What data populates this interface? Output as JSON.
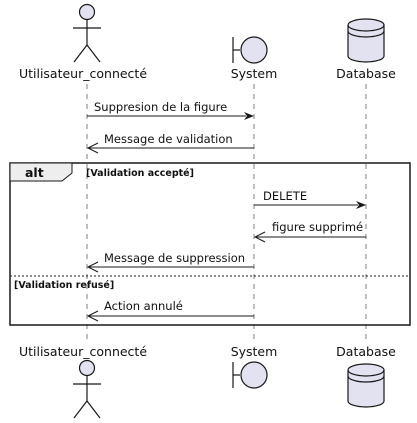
{
  "participants": [
    {
      "id": "user",
      "label": "Utilisateur_connecté",
      "icon": "actor-icon"
    },
    {
      "id": "system",
      "label": "System",
      "icon": "boundary-icon"
    },
    {
      "id": "db",
      "label": "Database",
      "icon": "database-icon"
    }
  ],
  "messages": [
    {
      "from": "user",
      "to": "system",
      "text": "Suppresion de la figure",
      "style": "sync"
    },
    {
      "from": "system",
      "to": "user",
      "text": "Message de validation",
      "style": "open"
    },
    {
      "from": "system",
      "to": "db",
      "text": "DELETE",
      "style": "sync"
    },
    {
      "from": "db",
      "to": "system",
      "text": "figure supprimé",
      "style": "open"
    },
    {
      "from": "system",
      "to": "user",
      "text": "Message de suppression",
      "style": "open"
    },
    {
      "from": "system",
      "to": "user",
      "text": "Action annulé",
      "style": "open"
    }
  ],
  "fragment": {
    "keyword": "alt",
    "guards": [
      "[Validation accepté]",
      "[Validation refusé]"
    ]
  },
  "colors": {
    "participant_fill": "#e2e2f0",
    "stroke": "#181818",
    "lifeline": "#7f7f7f",
    "fragment_tab": "#eeeeee"
  }
}
